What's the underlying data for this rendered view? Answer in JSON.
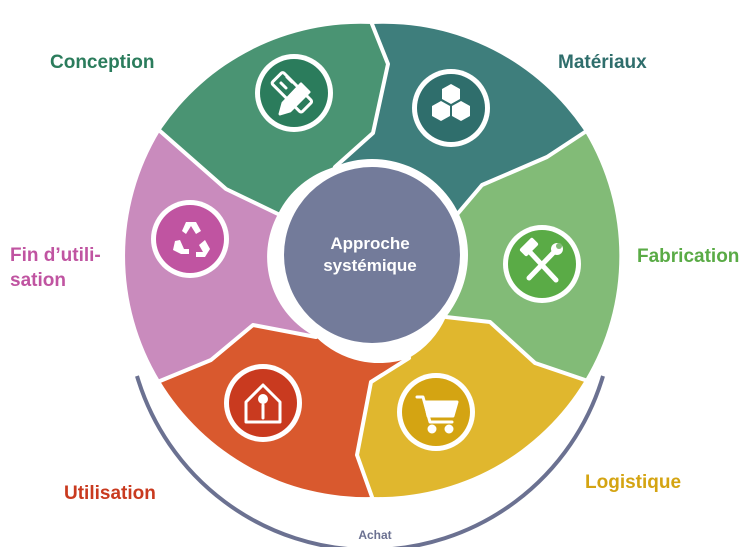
{
  "center": {
    "line1": "Approche",
    "line2": "systémique",
    "color": "#737b9a"
  },
  "segments": [
    {
      "id": "conception",
      "label": "Conception",
      "color": "#4a9473",
      "label_color": "#2b7c5c",
      "icon": "pencil-ruler-icon"
    },
    {
      "id": "materiaux",
      "label": "Matériaux",
      "color": "#3e7e7c",
      "label_color": "#2f6e6c",
      "icon": "hexagons-icon"
    },
    {
      "id": "fabrication",
      "label": "Fabrication",
      "color": "#82bb77",
      "label_color": "#5aab46",
      "icon": "hammer-wrench-icon"
    },
    {
      "id": "logistique",
      "label": "Logistique",
      "color": "#e0b72e",
      "label_color": "#d4a412",
      "icon": "shopping-cart-icon"
    },
    {
      "id": "utilisation",
      "label": "Utilisation",
      "color": "#d9592e",
      "label_color": "#c93a1f",
      "icon": "house-person-icon"
    },
    {
      "id": "fin",
      "label_line1": "Fin d’utili-",
      "label_line2": "sation",
      "color": "#c98bbd",
      "label_color": "#c054a1",
      "icon": "recycle-icon"
    }
  ],
  "achat": {
    "label": "Achat",
    "color": "#6b7191"
  }
}
